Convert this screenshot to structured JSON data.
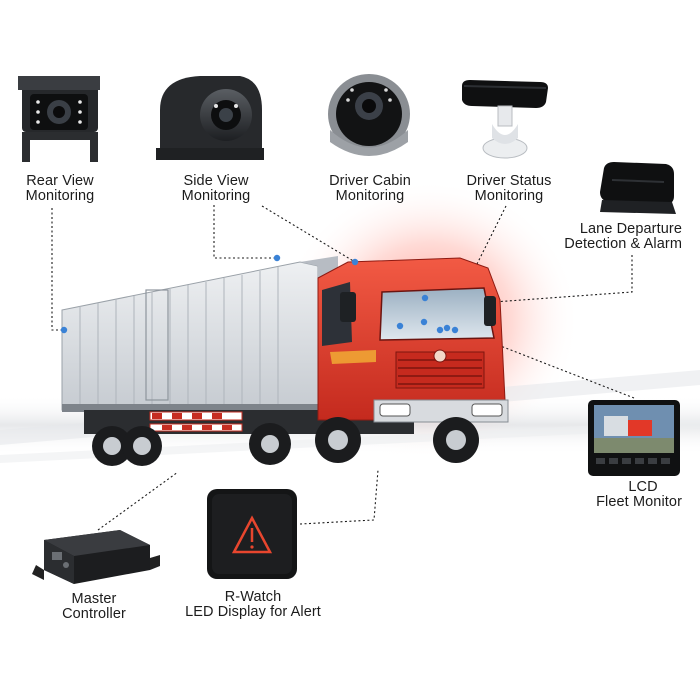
{
  "colors": {
    "background": "#ffffff",
    "truck_cab": "#e03a2a",
    "truck_box": "#d9dde2",
    "callout_line": "#1a1a1a",
    "callout_dot": "#3a82d6",
    "alert_triangle": "#e8462e",
    "label_text": "#1c1c1c"
  },
  "components": [
    {
      "id": "rear-view",
      "icon": "box-camera-icon",
      "lines": [
        "Rear View",
        "Monitoring"
      ]
    },
    {
      "id": "side-view",
      "icon": "side-camera-icon",
      "lines": [
        "Side View",
        "Monitoring"
      ]
    },
    {
      "id": "driver-cabin",
      "icon": "dome-camera-icon",
      "lines": [
        "Driver Cabin",
        "Monitoring"
      ]
    },
    {
      "id": "driver-status",
      "icon": "driver-status-camera-icon",
      "lines": [
        "Driver Status",
        "Monitoring"
      ]
    },
    {
      "id": "lane-departure",
      "icon": "lane-departure-unit-icon",
      "lines": [
        "Lane Departure",
        "Detection & Alarm"
      ]
    },
    {
      "id": "lcd-monitor",
      "icon": "lcd-monitor-icon",
      "lines": [
        "LCD",
        "Fleet Monitor"
      ]
    },
    {
      "id": "master-controller",
      "icon": "mdvr-controller-icon",
      "lines": [
        "Master",
        "Controller"
      ]
    },
    {
      "id": "r-watch",
      "icon": "alert-display-icon",
      "lines": [
        "R-Watch",
        "LED Display for Alert"
      ]
    }
  ]
}
